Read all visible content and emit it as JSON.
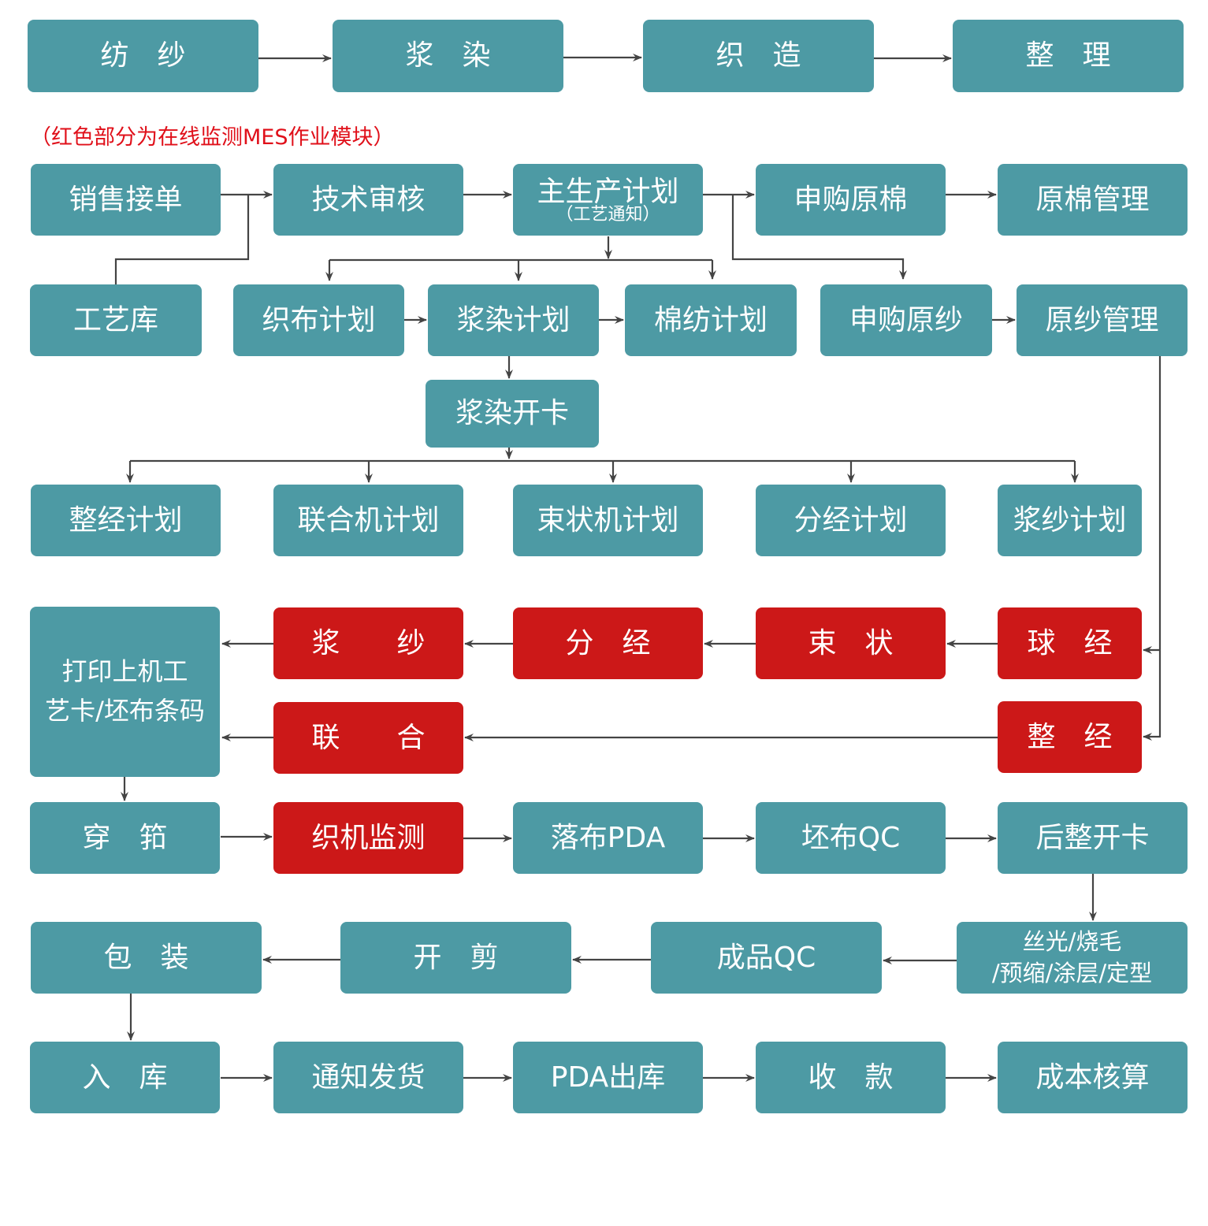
{
  "note": "（红色部分为在线监测MES作业模块）",
  "colors": {
    "module": "#4d9aa4",
    "mes_module": "#cc1818",
    "connector": "#444444",
    "note": "#e0101a"
  },
  "nodes": {
    "fangsha": {
      "label": "纺　纱",
      "kind": "teal"
    },
    "jiangran": {
      "label": "浆　染",
      "kind": "teal"
    },
    "zhizao": {
      "label": "织　造",
      "kind": "teal"
    },
    "zhengli": {
      "label": "整　理",
      "kind": "teal"
    },
    "xiaoshou": {
      "label": "销售接单",
      "kind": "teal"
    },
    "jishu": {
      "label": "技术审核",
      "kind": "teal"
    },
    "zhushengchan": {
      "label": "主生产计划",
      "sub": "（工艺通知）",
      "kind": "teal"
    },
    "shengouyuanmian": {
      "label": "申购原棉",
      "kind": "teal"
    },
    "yuanmian": {
      "label": "原棉管理",
      "kind": "teal"
    },
    "gongyiku": {
      "label": "工艺库",
      "kind": "teal"
    },
    "zhibujihua": {
      "label": "织布计划",
      "kind": "teal"
    },
    "jiangranjihua": {
      "label": "浆染计划",
      "kind": "teal"
    },
    "mianfangjihua": {
      "label": "棉纺计划",
      "kind": "teal"
    },
    "shengouyuansha": {
      "label": "申购原纱",
      "kind": "teal"
    },
    "yuansha": {
      "label": "原纱管理",
      "kind": "teal"
    },
    "jiangrankaika": {
      "label": "浆染开卡",
      "kind": "teal"
    },
    "zhengjingjihua": {
      "label": "整经计划",
      "kind": "teal"
    },
    "lianhejijihua": {
      "label": "联合机计划",
      "kind": "teal"
    },
    "shuzhuangjijihua": {
      "label": "束状机计划",
      "kind": "teal"
    },
    "fenjingjihua": {
      "label": "分经计划",
      "kind": "teal"
    },
    "jiangshajihua": {
      "label": "浆纱计划",
      "kind": "teal"
    },
    "dayin": {
      "label": "打印上机工",
      "label2": "艺卡/坯布条码",
      "kind": "teal"
    },
    "jiangsha": {
      "label": "浆　　纱",
      "kind": "red"
    },
    "fenjing": {
      "label": "分　经",
      "kind": "red"
    },
    "shuzhuang": {
      "label": "束　状",
      "kind": "red"
    },
    "qiujing": {
      "label": "球　经",
      "kind": "red"
    },
    "lianhe": {
      "label": "联　　合",
      "kind": "red"
    },
    "zhengjing": {
      "label": "整　经",
      "kind": "red"
    },
    "chuankou": {
      "label": "穿　筘",
      "kind": "teal"
    },
    "zhijijiance": {
      "label": "织机监测",
      "kind": "red"
    },
    "luobupda": {
      "label": "落布PDA",
      "kind": "teal"
    },
    "pibuqc": {
      "label": "坯布QC",
      "kind": "teal"
    },
    "houzhengkaika": {
      "label": "后整开卡",
      "kind": "teal"
    },
    "baozhuang": {
      "label": "包　装",
      "kind": "teal"
    },
    "kaijian": {
      "label": "开　剪",
      "kind": "teal"
    },
    "chengpinqc": {
      "label": "成品QC",
      "kind": "teal"
    },
    "siguang": {
      "label": "丝光/烧毛",
      "label2": "/预缩/涂层/定型",
      "kind": "teal"
    },
    "ruku": {
      "label": "入　库",
      "kind": "teal"
    },
    "tongzhifahuo": {
      "label": "通知发货",
      "kind": "teal"
    },
    "pdachuku": {
      "label": "PDA出库",
      "kind": "teal"
    },
    "shoukuan": {
      "label": "收　款",
      "kind": "teal"
    },
    "chengben": {
      "label": "成本核算",
      "kind": "teal"
    }
  }
}
